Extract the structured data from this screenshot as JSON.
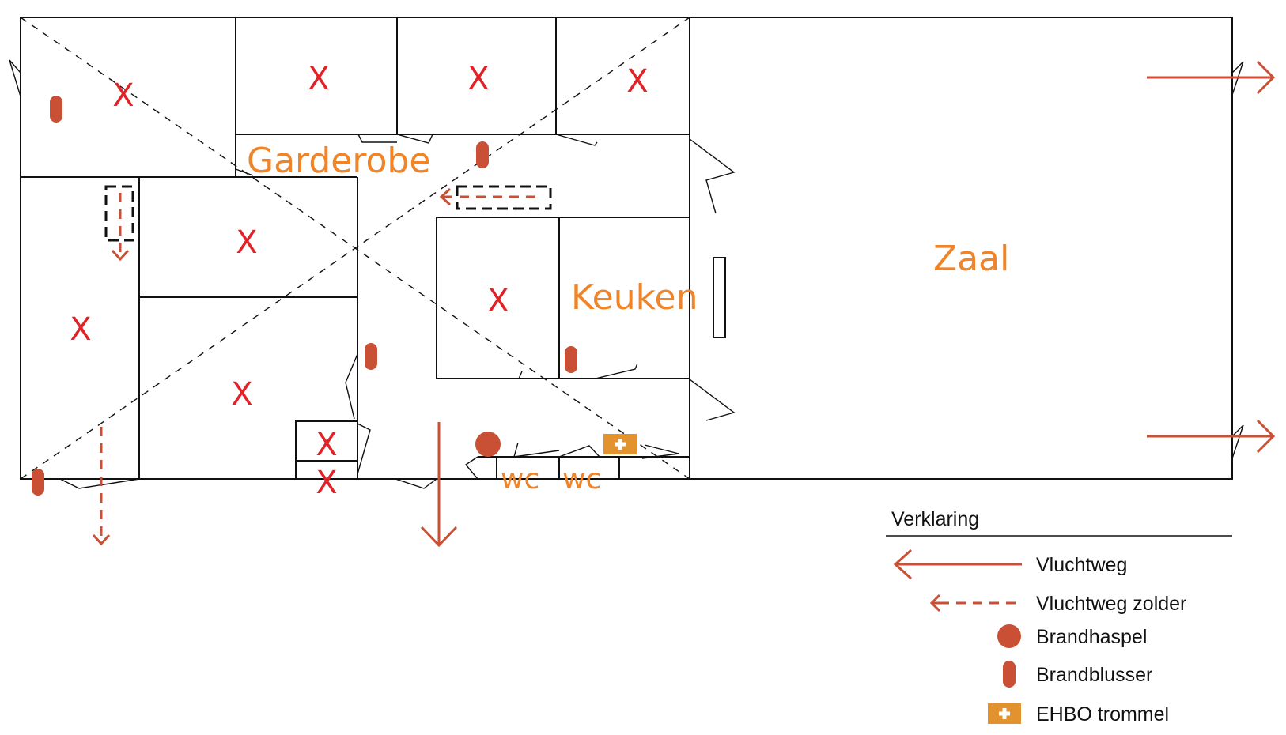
{
  "rooms": {
    "garderobe": "Garderobe",
    "keuken": "Keuken",
    "zaal": "Zaal",
    "wc_1": "wc",
    "wc_2": "wc",
    "closed_mark": "X"
  },
  "legend": {
    "title": "Verklaring",
    "items": [
      {
        "icon": "escape-route-arrow-icon",
        "label": "Vluchtweg"
      },
      {
        "icon": "attic-escape-route-dashed-arrow-icon",
        "label": "Vluchtweg zolder"
      },
      {
        "icon": "fire-hose-reel-icon",
        "label": "Brandhaspel"
      },
      {
        "icon": "fire-extinguisher-icon",
        "label": "Brandblusser"
      },
      {
        "icon": "first-aid-kit-icon",
        "label": "EHBO trommel"
      }
    ]
  },
  "colors": {
    "route": "#c94f35",
    "room_label": "#f08428",
    "closed_mark": "#e32228",
    "first_aid": "#e2922f",
    "walls": "#111111"
  }
}
